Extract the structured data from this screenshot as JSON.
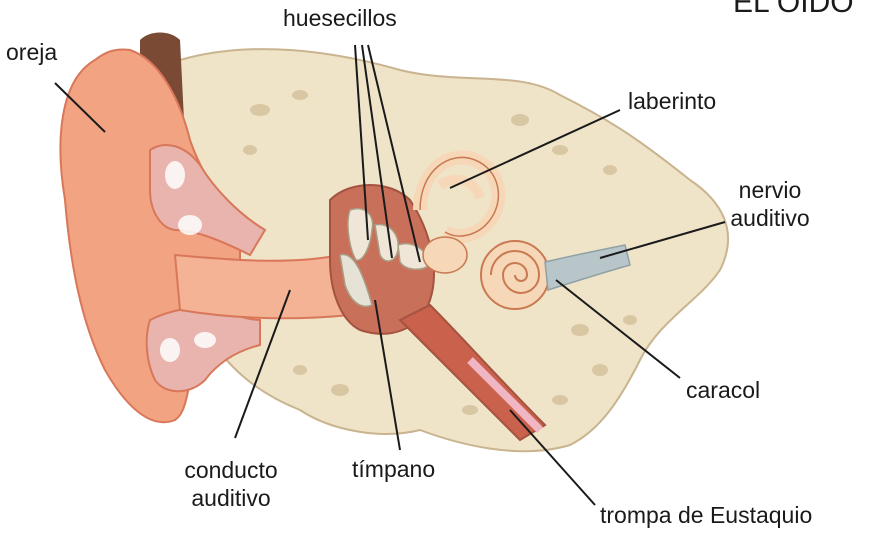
{
  "title": "EL OÍDO",
  "labels": {
    "oreja": "oreja",
    "huesecillos": "huesecillos",
    "laberinto": "laberinto",
    "nervio_line1": "nervio",
    "nervio_line2": "auditivo",
    "caracol": "caracol",
    "conducto_line1": "conducto",
    "conducto_line2": "auditivo",
    "timpano": "tímpano",
    "trompa": "trompa de Eustaquio"
  },
  "colors": {
    "skin": "#f2a382",
    "skin_dark": "#d9775a",
    "bone": "#efe3c8",
    "cartilage": "#e8b4ad",
    "cavity": "#c8705a",
    "tube": "#c9614d",
    "inner_ear": "#f6d8b8",
    "nerve": "#b9c6c9",
    "hair": "#7a4a35",
    "leader_line": "#1a1a1a"
  }
}
